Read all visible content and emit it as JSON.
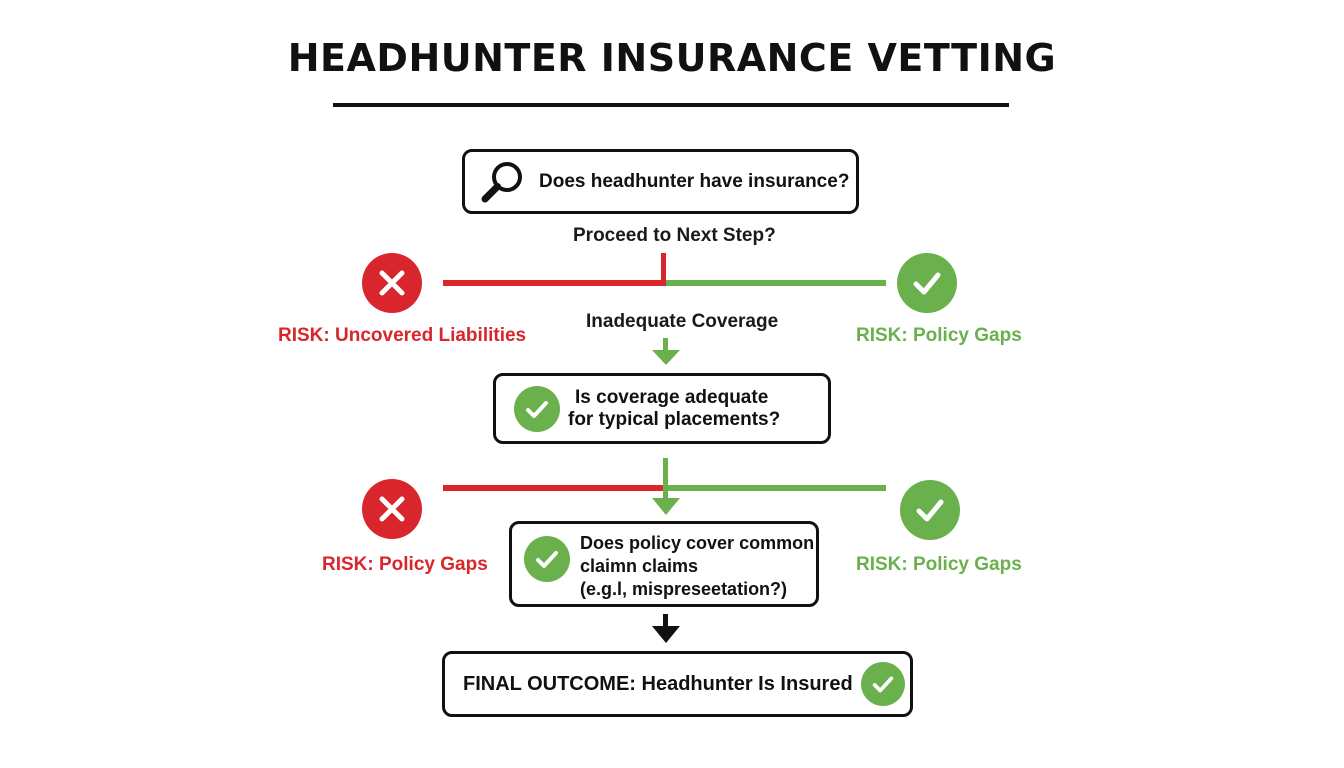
{
  "title": "HEADHUNTER INSURANCE VETTING",
  "colors": {
    "risk": "#d9262c",
    "ok": "#6ab04c",
    "ink": "#111111"
  },
  "nodes": {
    "q1": {
      "text": "Does headhunter have insurance?",
      "icon": "magnifier-icon"
    },
    "q2": {
      "line1": "Is coverage adequate",
      "line2": "for typical placements?",
      "icon": "check-circle-icon"
    },
    "q3": {
      "line1": "Does policy cover common",
      "line2": "claimn claims",
      "line3": "(e.g.l, mispreseetation?)",
      "icon": "check-circle-icon"
    },
    "final": {
      "text": "FINAL OUTCOME: Headhunter Is Insured",
      "icon": "check-circle-icon"
    }
  },
  "labels": {
    "proceed": "Proceed to Next Step?",
    "inadequate": "Inadequate Coverage",
    "risk_left_1": "RISK: Uncovered Liabilities",
    "risk_right_1": "RISK: Policy Gaps",
    "risk_left_2": "RISK: Policy Gaps",
    "risk_right_2": "RISK: Policy Gaps"
  }
}
